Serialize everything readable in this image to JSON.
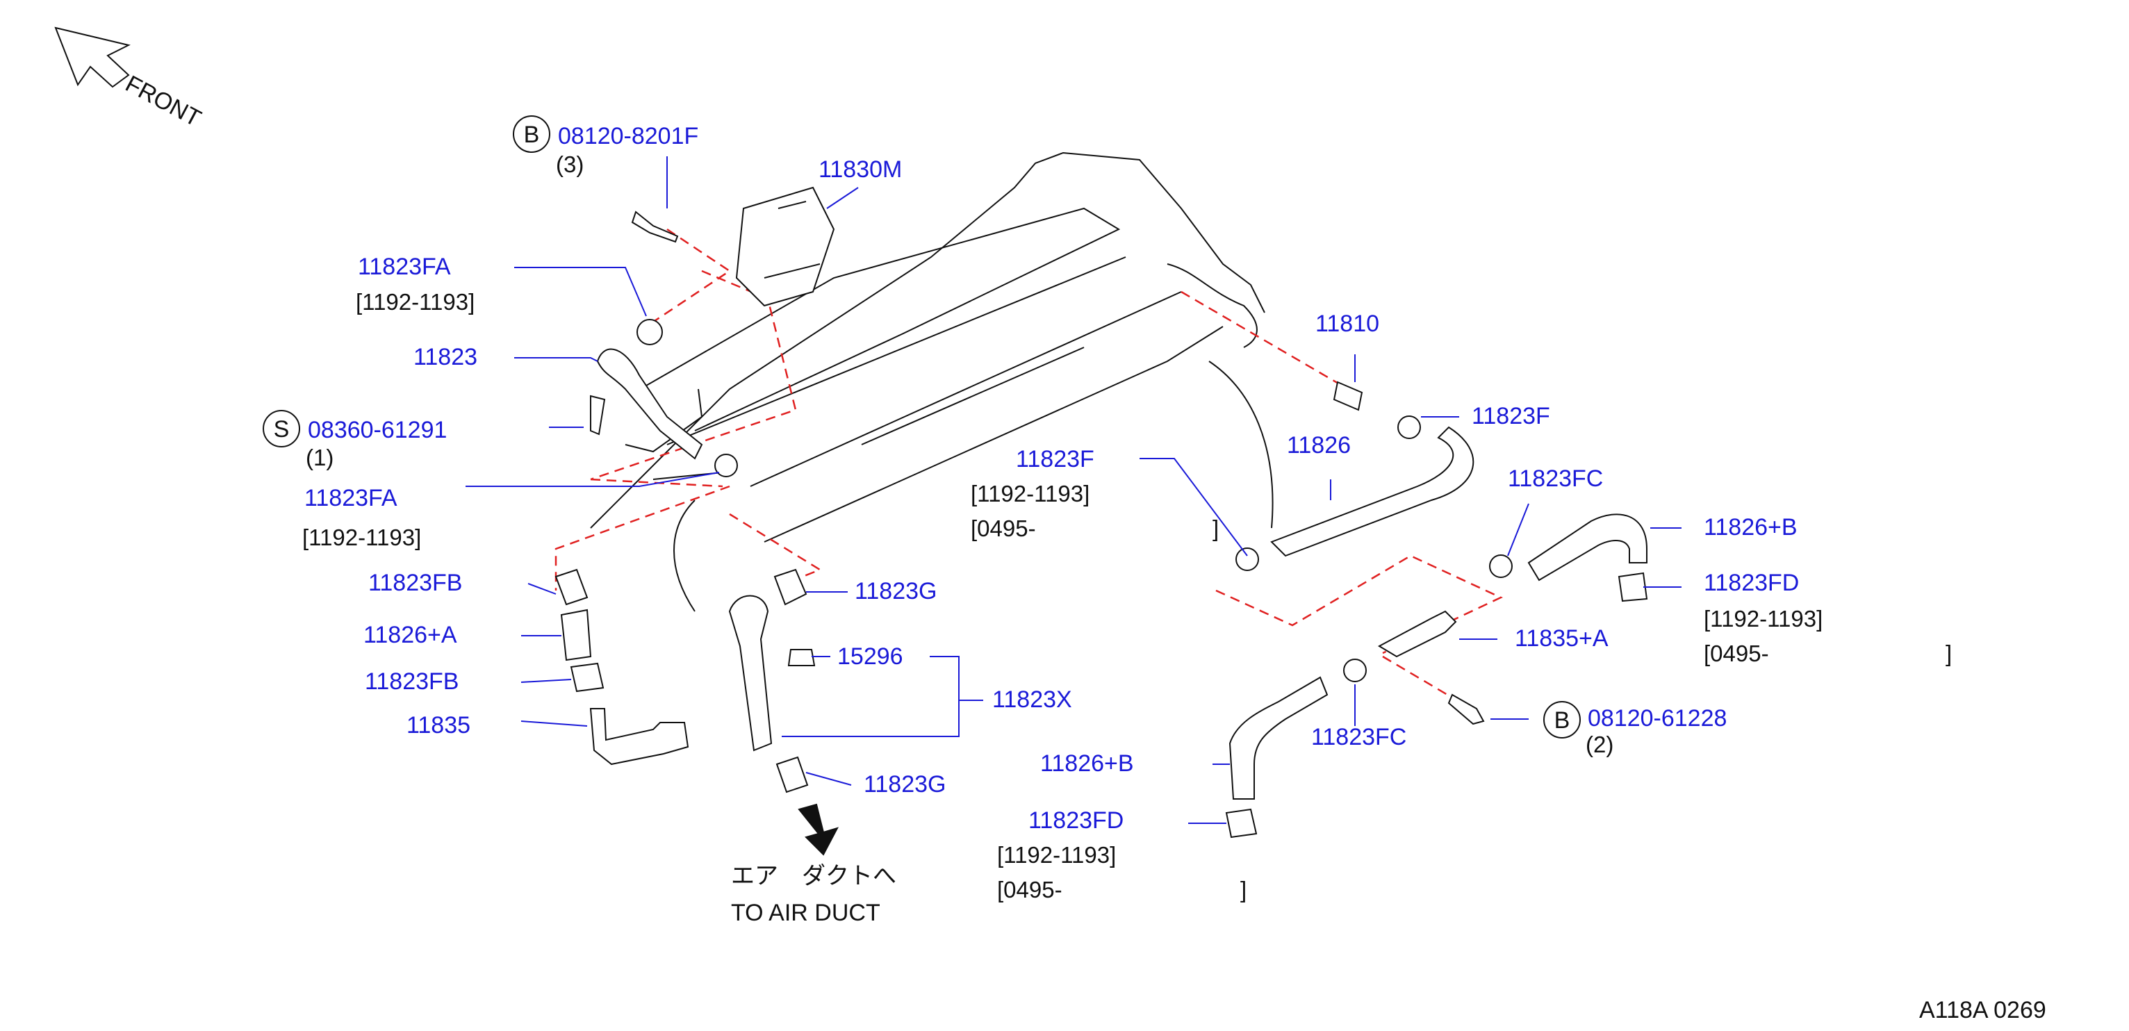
{
  "front_label": "FRONT",
  "fasteners": {
    "bolt_b1": {
      "symbol": "B",
      "part": "08120-8201F",
      "qty": "(3)"
    },
    "screw_s": {
      "symbol": "S",
      "part": "08360-61291",
      "qty": "(1)"
    },
    "bolt_b2": {
      "symbol": "B",
      "part": "08120-61228",
      "qty": "(2)"
    }
  },
  "parts": {
    "p11830M": "11830M",
    "p11823FA_top": "11823FA",
    "p11823": "11823",
    "p11823FA_mid": "11823FA",
    "p11823FB_top": "11823FB",
    "p11826A": "11826+A",
    "p11823FB_bot": "11823FB",
    "p11835": "11835",
    "p11823G_top": "11823G",
    "p15296": "15296",
    "p11823X": "11823X",
    "p11823G_bot": "11823G",
    "p11810": "11810",
    "p11823F_right": "11823F",
    "p11826": "11826",
    "p11823F_left": "11823F",
    "p11823FC_top": "11823FC",
    "p11826B_top": "11826+B",
    "p11823FD_right": "11823FD",
    "p11835A": "11835+A",
    "p11823FC_bot": "11823FC",
    "p11826B_bot": "11826+B",
    "p11823FD_bot": "11823FD"
  },
  "notes": {
    "fa_top_range": "[1192-1193]",
    "fa_mid_range": "[1192-1193]",
    "f_left_range": "[1192-1193]",
    "f_left_from": "[0495-",
    "f_left_close": "]",
    "fd_right_range": "[1192-1193]",
    "fd_right_from": "[0495-",
    "fd_right_close": "]",
    "fd_bot_range": "[1192-1193]",
    "fd_bot_from": "[0495-",
    "fd_bot_close": "]"
  },
  "destination": {
    "jp": "エア　ダクトへ",
    "en": "TO   AIR   DUCT"
  },
  "diagram_ref": "A118A   0269",
  "colors": {
    "label": "#1a1ad8",
    "leader_dash": "#e02020",
    "line": "#111111"
  }
}
